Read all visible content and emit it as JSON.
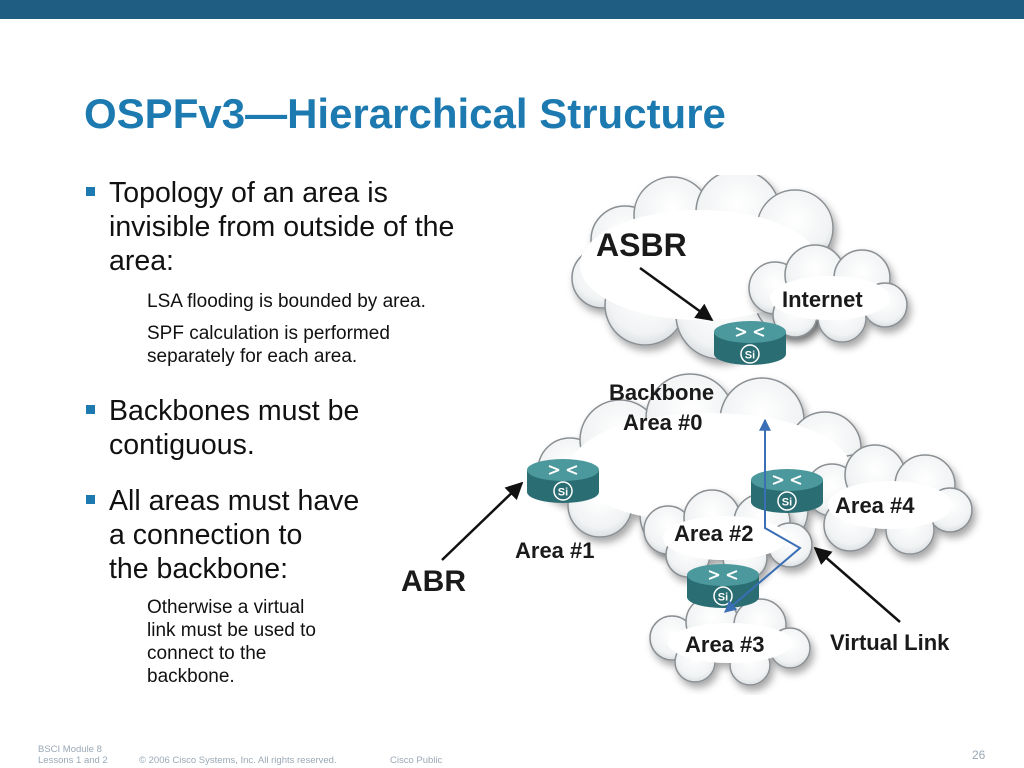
{
  "slide": {
    "title": "OSPFv3—Hierarchical Structure",
    "bullets": [
      {
        "lines": [
          "Topology of an area is",
          "invisible from outside of the",
          "area:"
        ],
        "sub": [
          "LSA flooding is bounded by area.",
          "SPF calculation is performed",
          "separately for each area."
        ]
      },
      {
        "lines": [
          "Backbones must be",
          "contiguous."
        ],
        "sub": []
      },
      {
        "lines": [
          "All areas must have",
          "a connection to",
          "the backbone:"
        ],
        "sub": [
          "Otherwise a virtual",
          "link must be used to",
          "connect to the",
          "backbone."
        ]
      }
    ]
  },
  "diagram": {
    "labels": {
      "asbr": "ASBR",
      "internet": "Internet",
      "backbone_line1": "Backbone",
      "backbone_line2": "Area #0",
      "area1": "Area #1",
      "area2": "Area #2",
      "area3": "Area #3",
      "area4": "Area #4",
      "abr": "ABR",
      "virtual_link": "Virtual Link"
    },
    "router_badge": "Si",
    "colors": {
      "router": "#2f7c80",
      "virtual_link": "#3a6fb5",
      "cloud_edge": "#8a8f93"
    }
  },
  "footer": {
    "module_line1": "BSCI Module 8",
    "module_line2": "Lessons 1 and 2",
    "copyright": "© 2006 Cisco Systems, Inc. All rights reserved.",
    "classification": "Cisco Public",
    "page_number": "26"
  }
}
